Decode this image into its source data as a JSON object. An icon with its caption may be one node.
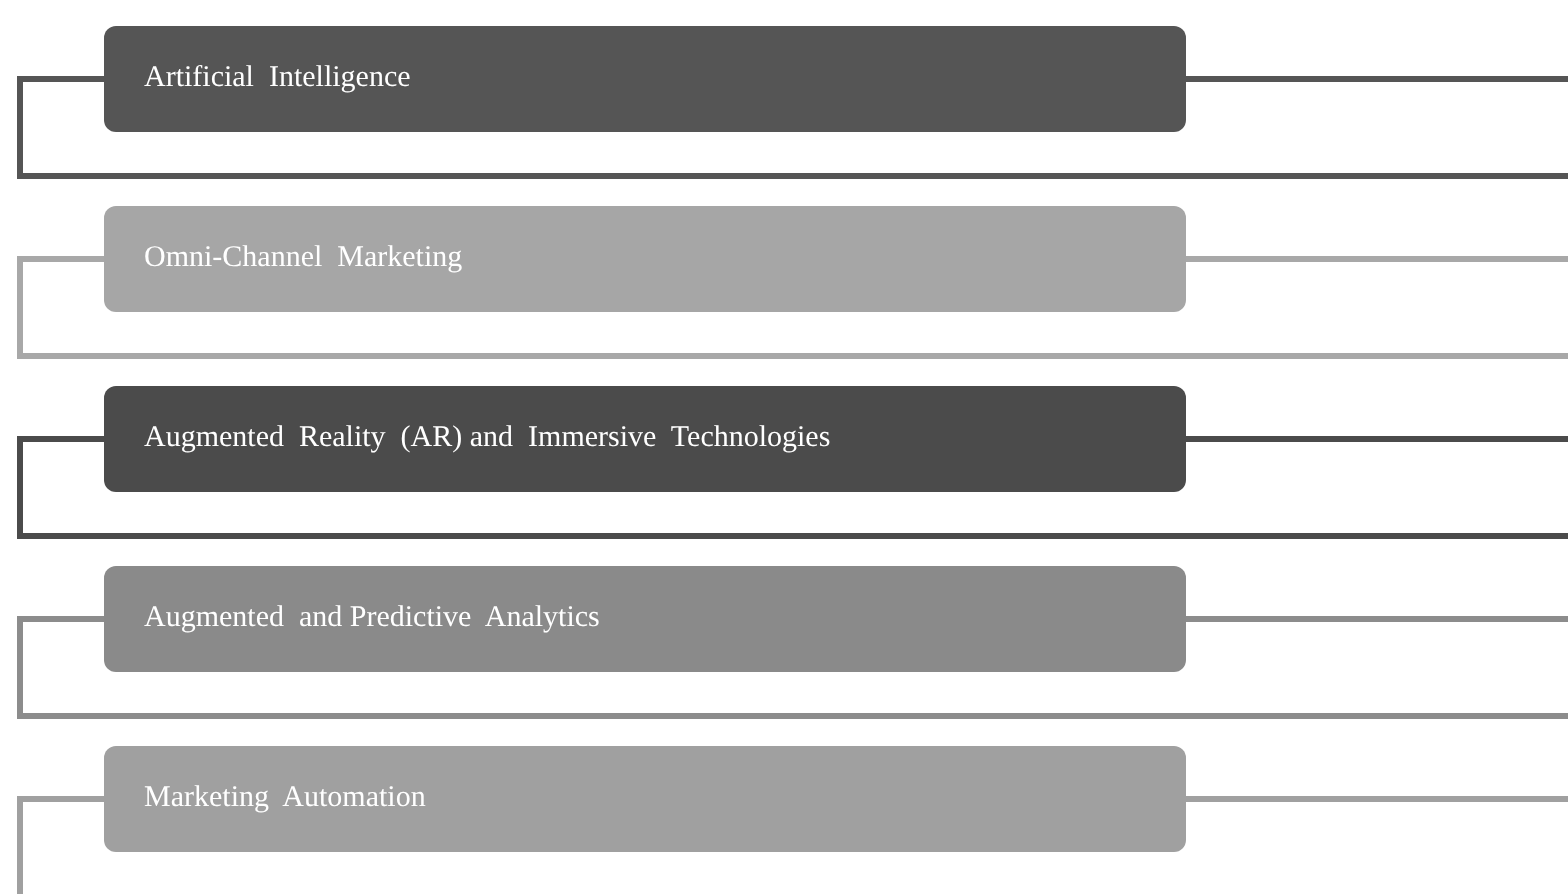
{
  "diagram": {
    "nodes": [
      {
        "text": [
          "Artificial  Intelligence"
        ]
      },
      {
        "text": [
          "Omni-Channel  Marketing"
        ]
      },
      {
        "text": [
          "Augmented  Reality  (AR) and  Immersive  Technologies"
        ]
      },
      {
        "text": [
          "Augmented  and Predictive  Analytics"
        ]
      },
      {
        "text": [
          "Marketing  Automation"
        ]
      }
    ]
  }
}
